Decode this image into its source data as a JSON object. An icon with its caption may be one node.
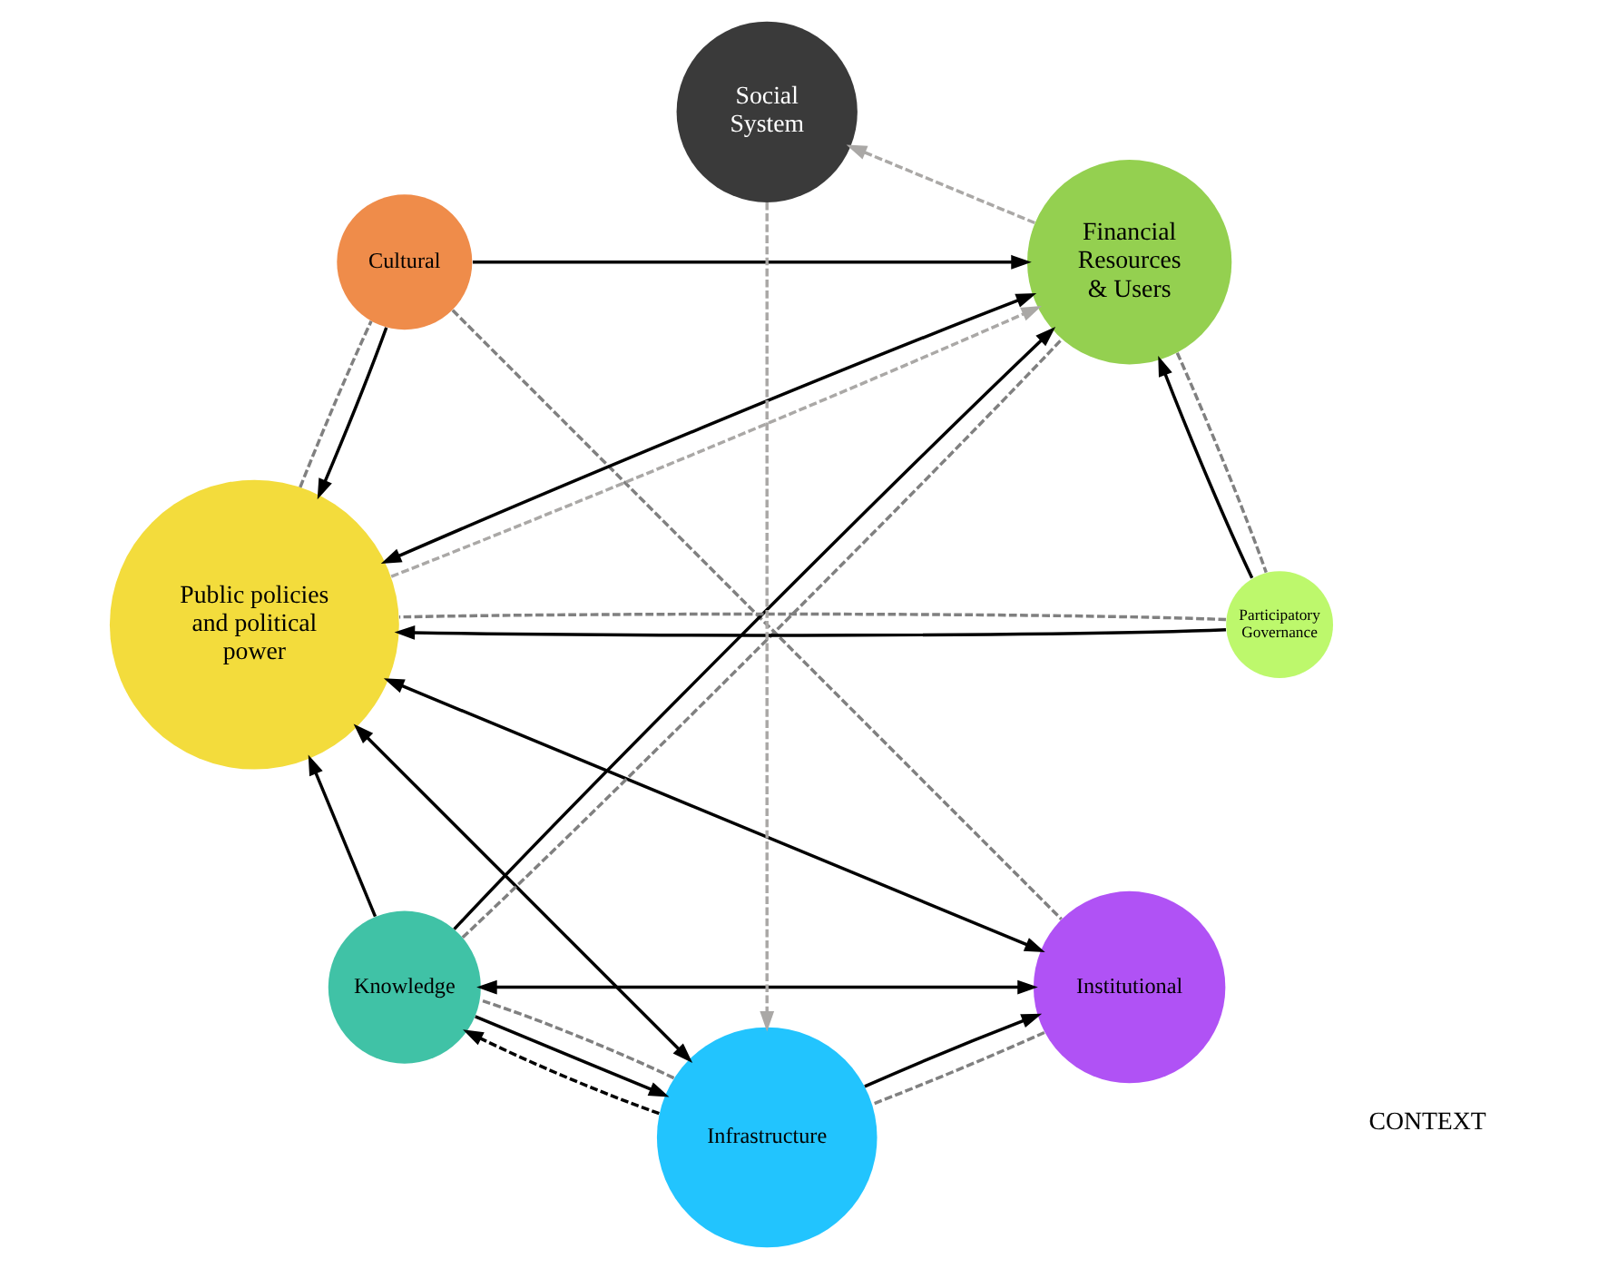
{
  "diagram": {
    "nodes": [
      {
        "text": [
          "Institutional"
        ]
      },
      {
        "text": [
          "Cultural"
        ]
      },
      {
        "text": [
          "Infrastructure"
        ]
      },
      {
        "text": [
          "Public policies and political power"
        ]
      },
      {
        "text": [
          "Knowledge"
        ]
      },
      {
        "text": [
          "Participatory Governance"
        ]
      },
      {
        "text": [
          "Financial Resources & Users"
        ]
      },
      {
        "text": [
          "Social System"
        ]
      }
    ],
    "edges": [
      {
        "from": 1,
        "to": 3,
        "arrow": "to"
      },
      {
        "from": 1,
        "to": 6,
        "arrow": "to"
      },
      {
        "from": 0,
        "to": 3,
        "arrow": "both"
      },
      {
        "from": 2,
        "to": 3,
        "arrow": "both"
      },
      {
        "from": 0,
        "to": 4,
        "arrow": "both"
      },
      {
        "from": 2,
        "to": 0,
        "arrow": "to"
      },
      {
        "from": 2,
        "to": 4,
        "arrow": "to",
        "style": "dashed"
      },
      {
        "from": 4,
        "to": 2,
        "arrow": "to"
      },
      {
        "from": 4,
        "to": 3,
        "arrow": "to"
      },
      {
        "from": 4,
        "to": 6,
        "arrow": "to"
      },
      {
        "from": 3,
        "to": 6,
        "arrow": "both"
      },
      {
        "from": 5,
        "to": 3,
        "arrow": "to"
      },
      {
        "from": 5,
        "to": 6,
        "arrow": "to"
      },
      {
        "from": 1,
        "to": 0,
        "arrow": "none",
        "style": "dashed",
        "color": "#808080"
      },
      {
        "from": 0,
        "to": 2,
        "arrow": "none",
        "style": "dashed",
        "color": "#808080"
      },
      {
        "from": 2,
        "to": 4,
        "arrow": "none",
        "style": "dashed",
        "color": "#808080"
      },
      {
        "from": 4,
        "to": 6,
        "arrow": "none",
        "style": "dashed",
        "color": "#808080"
      },
      {
        "from": 6,
        "to": 5,
        "arrow": "none",
        "style": "dashed",
        "color": "#808080"
      },
      {
        "from": 5,
        "to": 3,
        "arrow": "none",
        "style": "dashed",
        "color": "#808080"
      },
      {
        "from": 3,
        "to": 1,
        "arrow": "none",
        "style": "dashed",
        "color": "#808080"
      },
      {
        "from": 3,
        "to": 6,
        "arrow": "to",
        "style": "dashed",
        "color": "#aaa8a6"
      },
      {
        "from": 6,
        "to": 7,
        "arrow": "to",
        "style": "dashed",
        "color": "#aaa8a6"
      },
      {
        "from": 7,
        "to": 2,
        "arrow": "to",
        "style": "dashed",
        "color": "#aaa8a6"
      }
    ],
    "labels": [
      "CONTEXT"
    ]
  }
}
